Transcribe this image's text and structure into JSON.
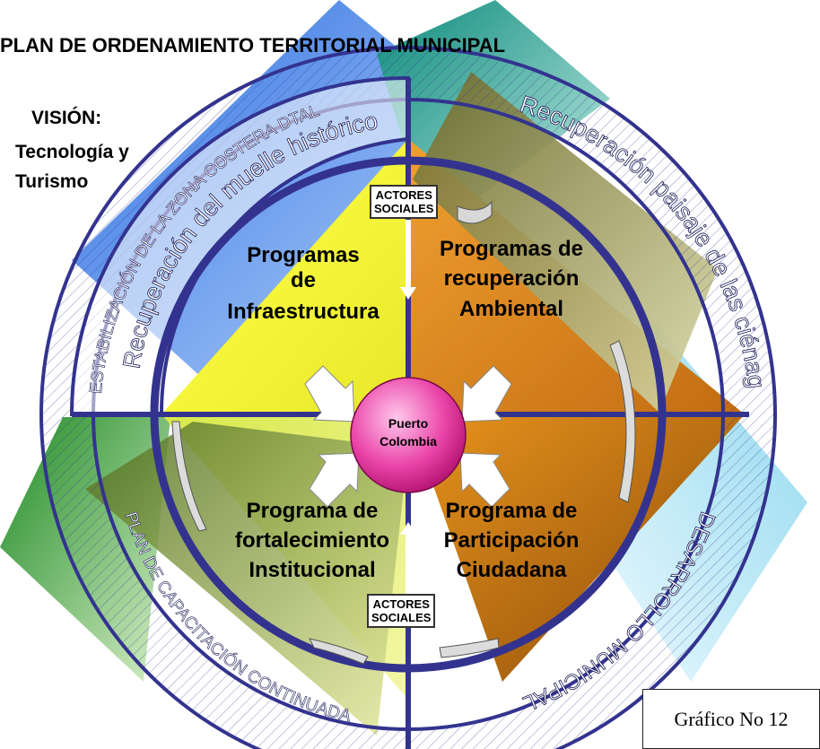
{
  "title": "PLAN DE ORDENAMIENTO TERRITORIAL MUNICIPAL",
  "vision": {
    "label": "VISIÓN:",
    "line1": "Tecnología y",
    "line2": "Turismo"
  },
  "center": {
    "line1": "Puerto",
    "line2": "Colombia",
    "color": "#e0208a"
  },
  "actors": {
    "top_line1": "ACTORES",
    "top_line2": "SOCIALES",
    "bottom_line1": "ACTORES",
    "bottom_line2": "SOCIALES"
  },
  "programs": {
    "top_left": [
      "Programas",
      "de",
      "Infraestructura"
    ],
    "top_right": [
      "Programas de",
      "recuperación",
      "Ambiental"
    ],
    "bottom_left": [
      "Programa de",
      "fortalecimiento",
      "Institucional"
    ],
    "bottom_right": [
      "Programa de",
      "Participación",
      "Ciudadana"
    ]
  },
  "ring_texts": {
    "top_left_outer": "ESTABILIZACIÓN DE LA ZONA COSTERA DTAL",
    "top_left_inner": "Recuperación del muelle histórico",
    "top_right": "Recuperación paisaje de las ciénagas",
    "bottom_right": "DESARROLLO MUNICIPAL",
    "bottom_left": "PLAN DE CAPACITACIÓN CONTINUADA"
  },
  "caption": "Gráfico No 12",
  "colors": {
    "ring": "#33338f",
    "blue_panel": "#4f8fe8",
    "teal_panel": "#1d9a8c",
    "green_panel": "#2f9a33",
    "cyan_panel": "#9fdcee",
    "yellow_quad": "#dde81c",
    "orange_quad": "#e8901e",
    "olive_panel": "#7f8a2c"
  }
}
